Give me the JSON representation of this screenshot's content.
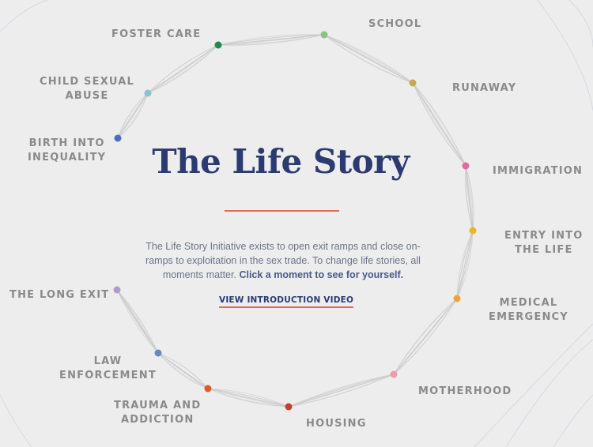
{
  "title": "The Life Story",
  "intro": {
    "text": "The Life Story Initiative exists to open exit ramps and close on-ramps to exploitation in the sex trade. To change life stories, all moments matter.",
    "cta": "Click a moment to see for yourself."
  },
  "video_link": "VIEW INTRODUCTION VIDEO",
  "colors": {
    "title": "#2b3a70",
    "accent": "#e8674f",
    "label": "#8a8a8a",
    "background": "#ededee"
  },
  "moments": [
    {
      "id": "birth-into-inequality",
      "lines": [
        "BIRTH INTO",
        "INEQUALITY"
      ],
      "color": "#4a6fc4"
    },
    {
      "id": "child-sexual-abuse",
      "lines": [
        "CHILD SEXUAL",
        "ABUSE"
      ],
      "color": "#86c4cf"
    },
    {
      "id": "foster-care",
      "lines": [
        "FOSTER CARE"
      ],
      "color": "#1f8a4c"
    },
    {
      "id": "school",
      "lines": [
        "SCHOOL"
      ],
      "color": "#8dbf86"
    },
    {
      "id": "runaway",
      "lines": [
        "RUNAWAY"
      ],
      "color": "#c8a84a"
    },
    {
      "id": "immigration",
      "lines": [
        "IMMIGRATION"
      ],
      "color": "#e26aa0"
    },
    {
      "id": "entry-into-the-life",
      "lines": [
        "ENTRY INTO",
        "THE LIFE"
      ],
      "color": "#e5b52a"
    },
    {
      "id": "medical-emergency",
      "lines": [
        "MEDICAL",
        "EMERGENCY"
      ],
      "color": "#eca43a"
    },
    {
      "id": "motherhood",
      "lines": [
        "MOTHERHOOD"
      ],
      "color": "#f09aa8"
    },
    {
      "id": "housing",
      "lines": [
        "HOUSING"
      ],
      "color": "#c2402e"
    },
    {
      "id": "trauma-and-addiction",
      "lines": [
        "TRAUMA AND",
        "ADDICTION"
      ],
      "color": "#dd5a25"
    },
    {
      "id": "law-enforcement",
      "lines": [
        "LAW",
        "ENFORCEMENT"
      ],
      "color": "#6b87bf"
    },
    {
      "id": "the-long-exit",
      "lines": [
        "THE LONG EXIT"
      ],
      "color": "#b49ac8"
    }
  ]
}
